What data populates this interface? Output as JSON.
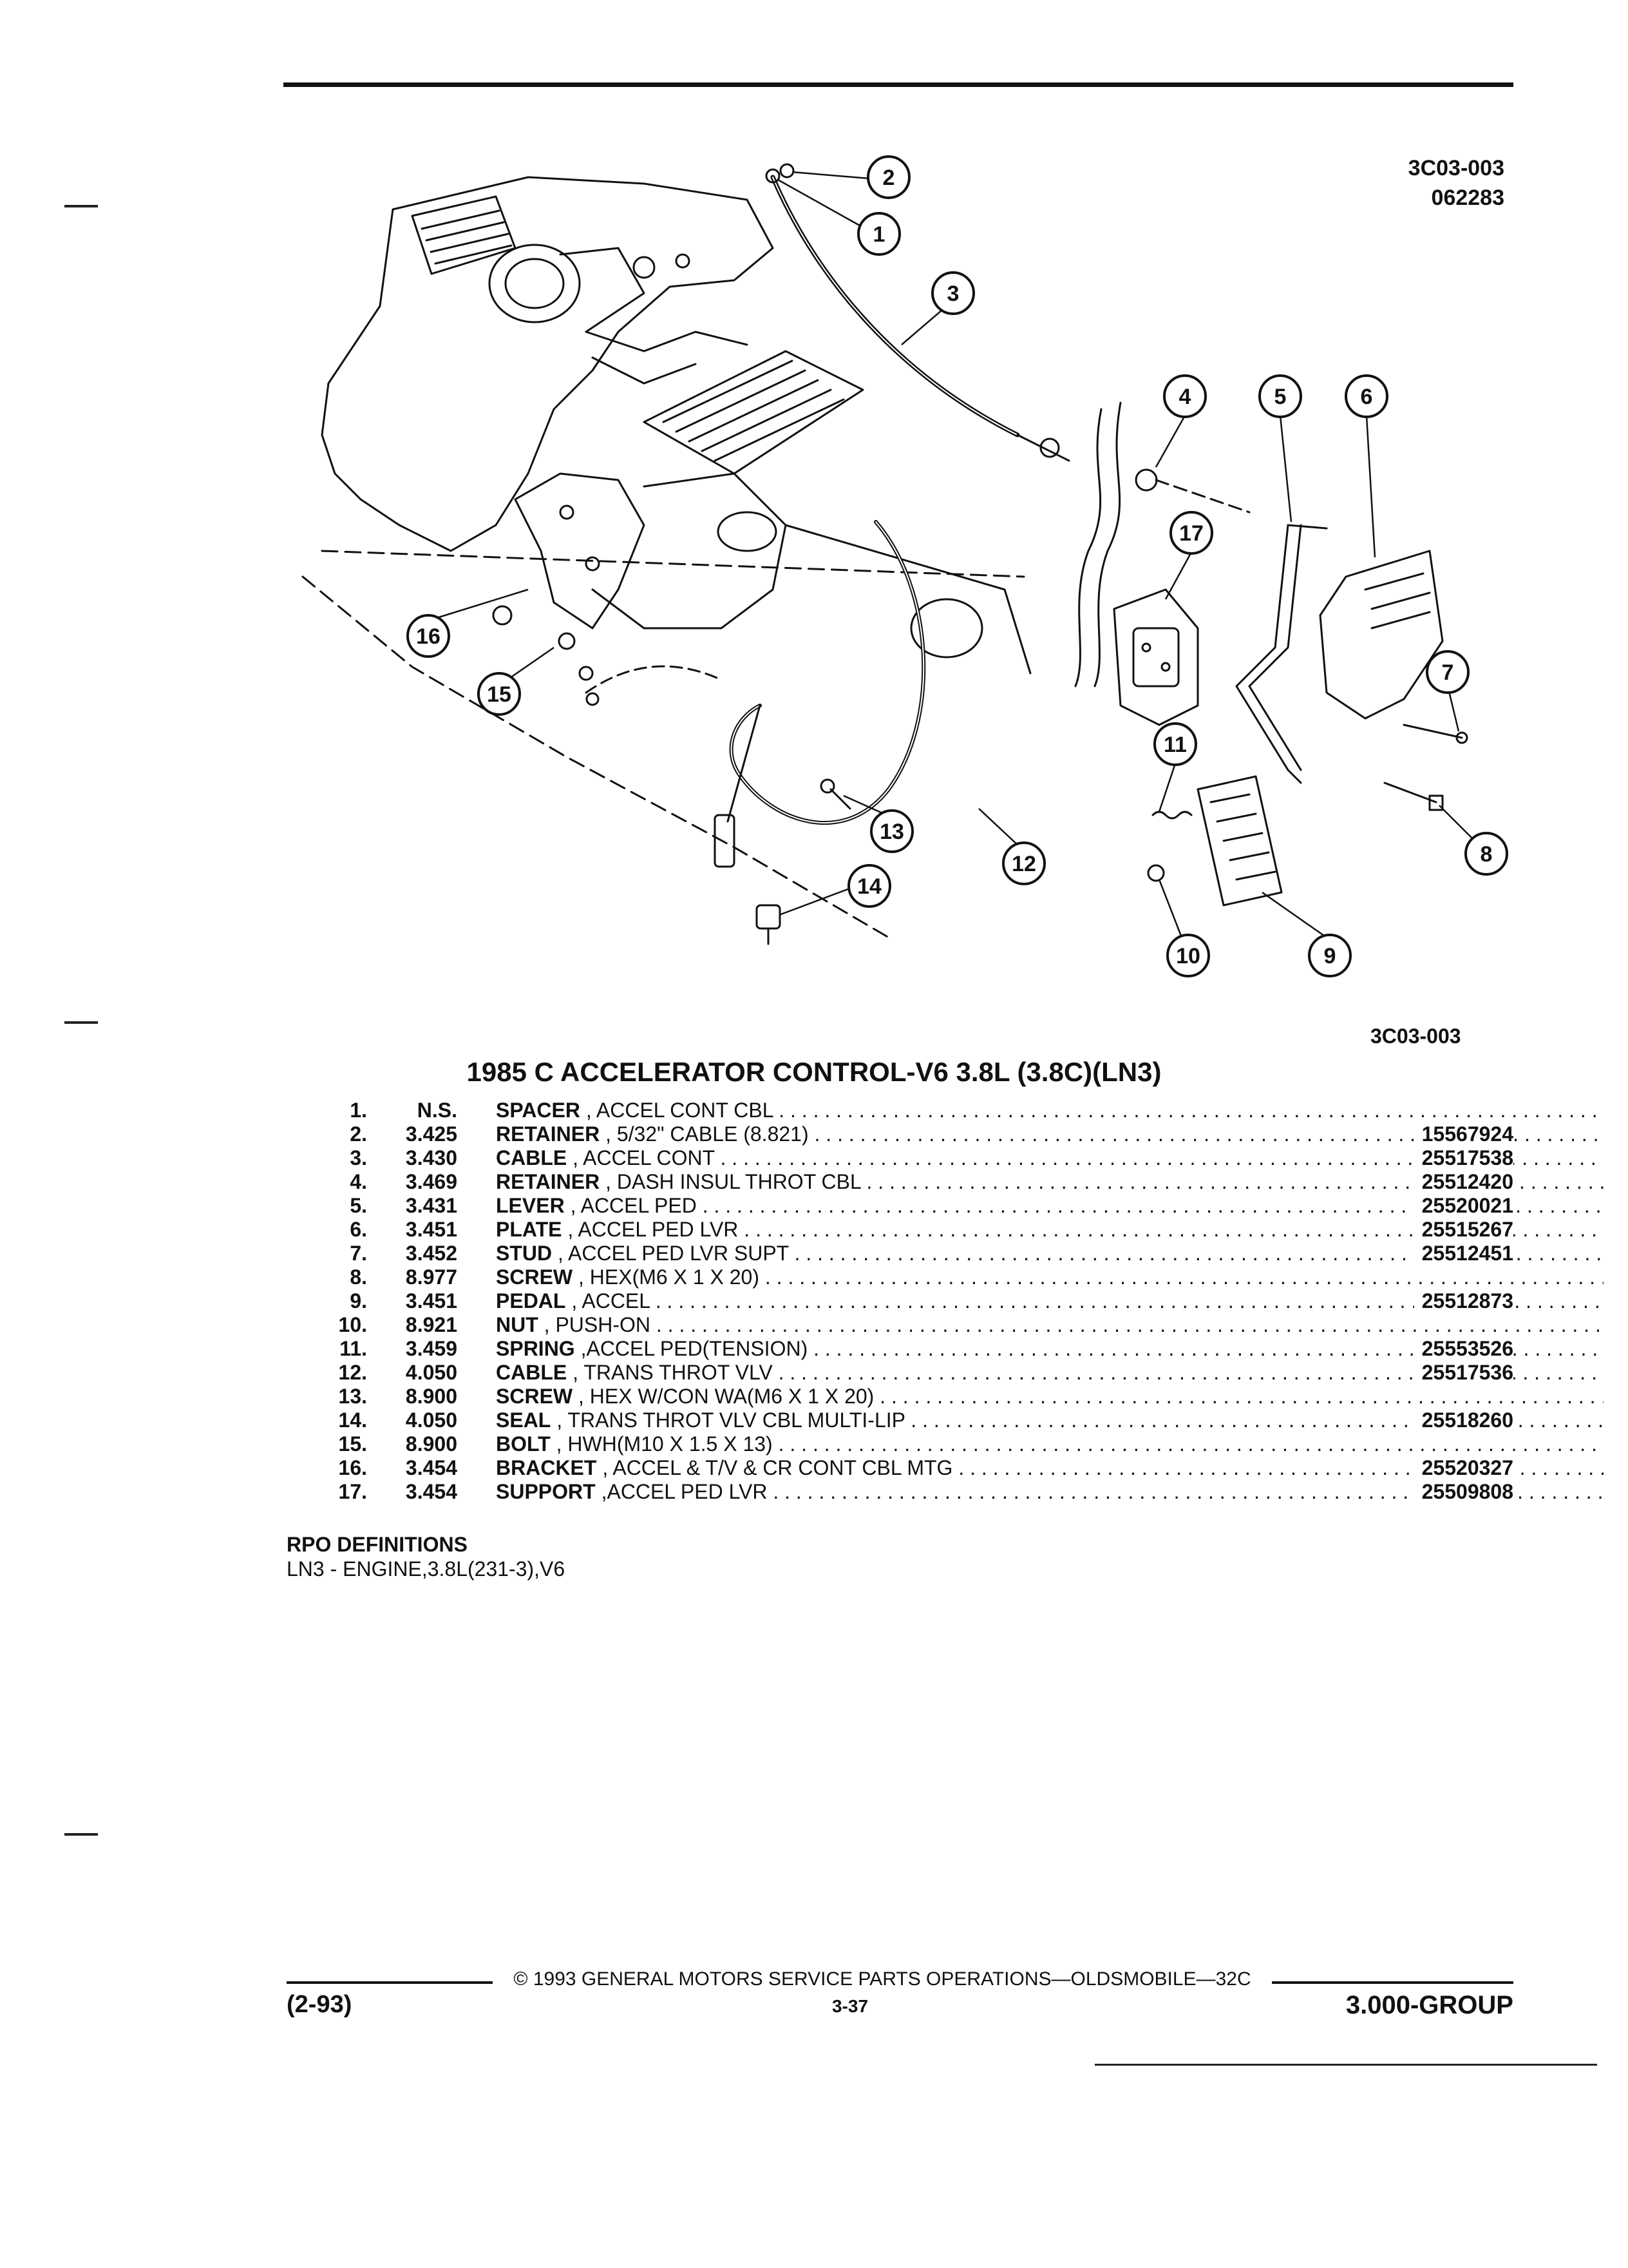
{
  "figure": {
    "code": "3C03-003",
    "date_code": "062283",
    "reference": "3C03-003",
    "callouts": [
      "1",
      "2",
      "3",
      "4",
      "5",
      "6",
      "7",
      "8",
      "9",
      "10",
      "11",
      "12",
      "13",
      "14",
      "15",
      "16",
      "17"
    ]
  },
  "title": "1985 C ACCELERATOR CONTROL-V6 3.8L (3.8C)(LN3)",
  "parts": [
    {
      "no": "1.",
      "group": "N.S.",
      "name": "SPACER",
      "desc": ", ACCEL CONT CBL",
      "part": ""
    },
    {
      "no": "2.",
      "group": "3.425",
      "name": "RETAINER",
      "desc": ", 5/32\" CABLE (8.821)",
      "part": "15567924"
    },
    {
      "no": "3.",
      "group": "3.430",
      "name": "CABLE",
      "desc": ", ACCEL CONT",
      "part": "25517538"
    },
    {
      "no": "4.",
      "group": "3.469",
      "name": "RETAINER",
      "desc": ", DASH INSUL THROT CBL",
      "part": "25512420"
    },
    {
      "no": "5.",
      "group": "3.431",
      "name": "LEVER",
      "desc": ", ACCEL PED",
      "part": "25520021"
    },
    {
      "no": "6.",
      "group": "3.451",
      "name": "PLATE",
      "desc": ", ACCEL PED LVR",
      "part": "25515267"
    },
    {
      "no": "7.",
      "group": "3.452",
      "name": "STUD",
      "desc": ", ACCEL PED LVR SUPT",
      "part": "25512451"
    },
    {
      "no": "8.",
      "group": "8.977",
      "name": "SCREW",
      "desc": ", HEX(M6 X 1 X 20)",
      "part": ""
    },
    {
      "no": "9.",
      "group": "3.451",
      "name": "PEDAL",
      "desc": ", ACCEL",
      "part": "25512873"
    },
    {
      "no": "10.",
      "group": "8.921",
      "name": "NUT",
      "desc": ", PUSH-ON",
      "part": ""
    },
    {
      "no": "11.",
      "group": "3.459",
      "name": "SPRING",
      "desc": ",ACCEL PED(TENSION)",
      "part": "25553526"
    },
    {
      "no": "12.",
      "group": "4.050",
      "name": "CABLE",
      "desc": ", TRANS THROT VLV",
      "part": "25517536"
    },
    {
      "no": "13.",
      "group": "8.900",
      "name": "SCREW",
      "desc": ", HEX W/CON WA(M6 X 1 X 20)",
      "part": ""
    },
    {
      "no": "14.",
      "group": "4.050",
      "name": "SEAL",
      "desc": ", TRANS THROT VLV CBL MULTI-LIP",
      "part": "25518260"
    },
    {
      "no": "15.",
      "group": "8.900",
      "name": "BOLT",
      "desc": ", HWH(M10 X 1.5 X 13)",
      "part": ""
    },
    {
      "no": "16.",
      "group": "3.454",
      "name": "BRACKET",
      "desc": ", ACCEL & T/V & CR CONT CBL MTG",
      "part": "25520327"
    },
    {
      "no": "17.",
      "group": "3.454",
      "name": "SUPPORT",
      "desc": ",ACCEL PED LVR",
      "part": "25509808"
    }
  ],
  "rpo": {
    "heading": "RPO DEFINITIONS",
    "line": "LN3 - ENGINE,3.8L(231-3),V6"
  },
  "footer": {
    "copyright": "© 1993 GENERAL MOTORS SERVICE PARTS OPERATIONS—OLDSMOBILE—32C",
    "left": "(2-93)",
    "page": "3-37",
    "right": "3.000-GROUP"
  }
}
